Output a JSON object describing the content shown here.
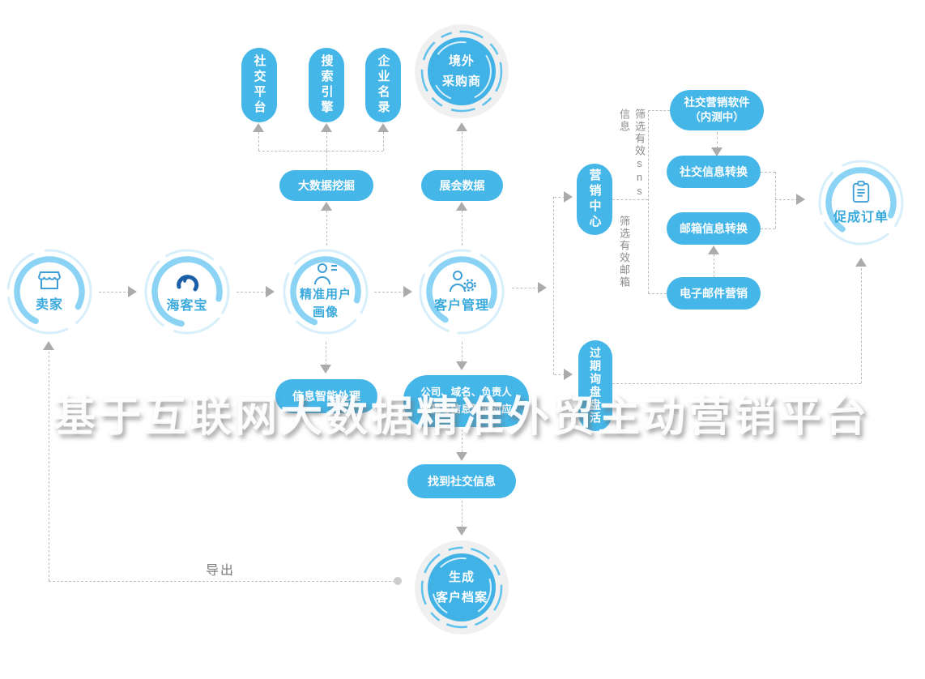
{
  "watermark": "基于互联网大数据精准外贸主动营销平台",
  "nodes": {
    "social_platform": "社交平台",
    "search_engine": "搜索引擎",
    "company_directory": "企业名录",
    "overseas_buyer": [
      "境外",
      "采购商"
    ],
    "big_data_mining": "大数据挖掘",
    "exhibition_data": "展会数据",
    "seller": "卖家",
    "haikebao": "海客宝",
    "user_profile": [
      "精准用户",
      "画像"
    ],
    "customer_management": "客户管理",
    "marketing_center": "营销中心",
    "expired_inquiry": "过期询盘盘活",
    "social_marketing_software": [
      "社交营销软件",
      "（内测中）"
    ],
    "social_info_conversion": "社交信息转换",
    "email_info_conversion": "邮箱信息转换",
    "email_marketing": "电子邮件营销",
    "close_order": "促成订单",
    "info_processing": "信息智能处理",
    "company_info": [
      "公司、域名、负责人",
      "邮箱等信息智能对应"
    ],
    "find_social_info": "找到社交信息",
    "generate_profile": [
      "生成",
      "客户档案"
    ]
  },
  "labels": {
    "filter_sns": "筛选有效sns信息",
    "filter_email": "筛选有效邮箱",
    "export": "导出"
  },
  "icons": {
    "seller": "storefront-icon",
    "haikebao": "haikebao-logo-icon",
    "user_profile": "user-equal-icon",
    "customer_management": "user-gear-icon",
    "close_order": "clipboard-icon"
  },
  "colors": {
    "pill_blue": "#45b6e8",
    "circle_fill_blue": "#41b2e6",
    "arc_blue": "#8bd3f5",
    "ring_light_blue": "#d7eefb",
    "icon_stroke_blue": "#3d9fd6",
    "logo_dark_blue": "#1a5fa8",
    "node_text_blue": "#3aa9dc",
    "line_gray": "#bdbdbd",
    "arrow_gray": "#ababab",
    "side_label_gray": "#8c8c8c"
  }
}
